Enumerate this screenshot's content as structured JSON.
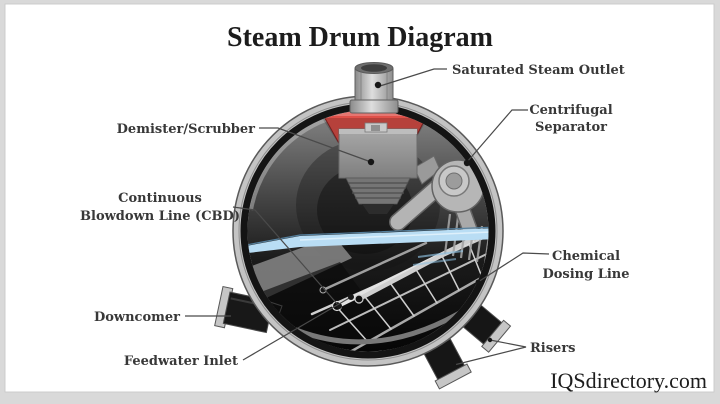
{
  "title": "Steam Drum Diagram",
  "watermark": "IQSdirectory.com",
  "labels": {
    "saturated_steam_outlet": {
      "text": "Saturated Steam Outlet"
    },
    "centrifugal_separator": {
      "line1": "Centrifugal",
      "line2": "Separator"
    },
    "demister_scrubber": {
      "text": "Demister/Scrubber"
    },
    "continuous_blowdown": {
      "line1": "Continuous",
      "line2": "Blowdown Line (CBD)"
    },
    "chemical_dosing": {
      "line1": "Chemical",
      "line2": "Dosing Line"
    },
    "downcomer": {
      "text": "Downcomer"
    },
    "feedwater_inlet": {
      "text": "Feedwater Inlet"
    },
    "risers": {
      "text": "Risers"
    }
  },
  "colors": {
    "demister_red": "#df5049",
    "water_blue": "#b9ddf4",
    "frame_gray": "#d9d9d9",
    "shell_gray": "#c4c4c4"
  }
}
